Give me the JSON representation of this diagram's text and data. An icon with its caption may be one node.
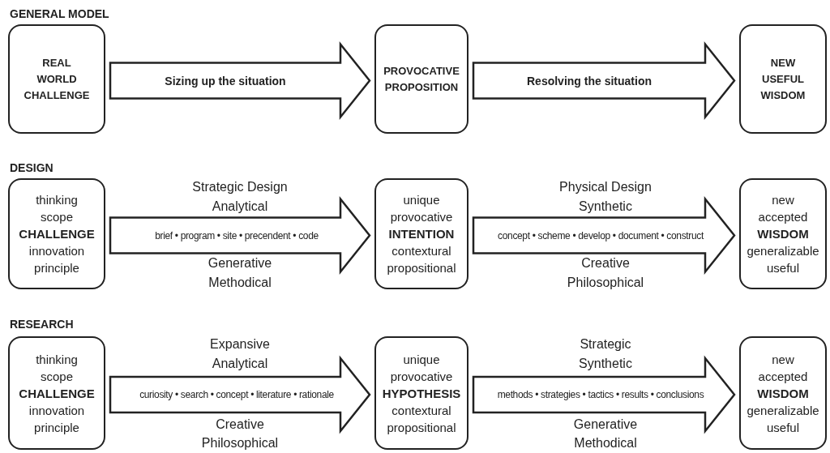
{
  "diagram": {
    "nodes": [
      {
        "text": [
          "REAL WORLD CHALLENGE"
        ]
      },
      {
        "text": [
          "PROVOCATIVE PROPOSITION"
        ]
      },
      {
        "text": [
          "NEW USEFUL WISDOM"
        ]
      },
      {
        "text": [
          "thinking scope **CHALLENGE** innovation principle"
        ]
      },
      {
        "text": [
          "unique provocative **INTENTION** contextural propositional"
        ]
      },
      {
        "text": [
          "new accepted **WISDOM** generalizable useful"
        ]
      },
      {
        "text": [
          "thinking scope **CHALLENGE** innovation principle"
        ]
      },
      {
        "text": [
          "unique provocative **HYPOTHESIS** contextural propositional"
        ]
      },
      {
        "text": [
          "new accepted **WISDOM** generalizable useful"
        ]
      }
    ],
    "edges": [
      {
        "from": 0,
        "to": 1,
        "arrow": "to",
        "label": "Sizing up the situation"
      },
      {
        "from": 1,
        "to": 2,
        "arrow": "to",
        "label": "Resolving the situation"
      },
      {
        "from": 3,
        "to": 4,
        "arrow": "to",
        "label": "brief •  program •  site •  precendent •  code"
      },
      {
        "from": 4,
        "to": 5,
        "arrow": "to",
        "label": "concept • scheme • develop • document • construct"
      },
      {
        "from": 6,
        "to": 7,
        "arrow": "to",
        "label": "curiosity • search • concept • literature • rationale"
      },
      {
        "from": 7,
        "to": 8,
        "arrow": "to",
        "label": "methods • strategies • tactics • results • conclusions"
      }
    ],
    "labels": [
      "GENERAL MODEL",
      "DESIGN",
      "Strategic Design",
      "Analytical",
      "Physical Design",
      "Synthetic",
      "Generative",
      "Methodical",
      "Creative",
      "Philosophical",
      "RESEARCH",
      "Expansive",
      "Analytical",
      "Strategic",
      "Synthetic",
      "Creative",
      "Philosophical",
      "Generative",
      "Methodical"
    ]
  }
}
